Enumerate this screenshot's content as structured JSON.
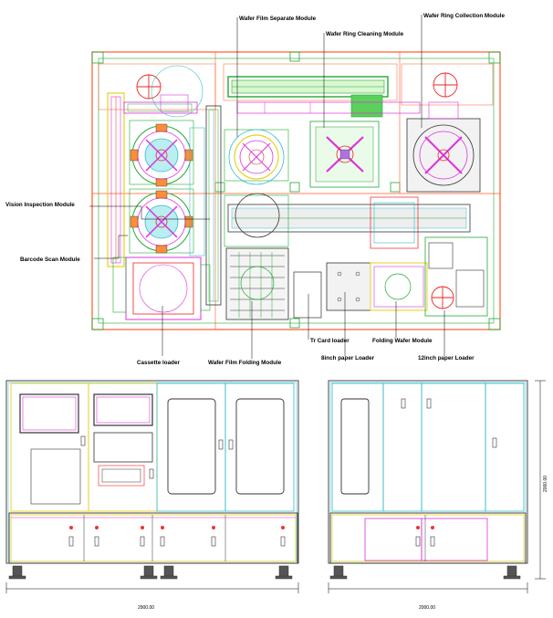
{
  "labels": {
    "wafer_film_separate": "Wafer Film Separate Module",
    "wafer_ring_cleaning": "Wafer Ring Cleaning Module",
    "wafer_ring_collection": "Wafer Ring Collection Module",
    "vision_inspection": "Vision Inspection Module",
    "barcode_scan": "Barcode Scan Module",
    "cassette_loader": "Cassette loader",
    "wafer_film_folding": "Wafer Film Folding Module",
    "tr_card_loader": "Tr Card loader",
    "paper_8inch": "8inch paper Loader",
    "folding_wafer": "Folding Wafer Module",
    "paper_12inch": "12inch paper Loader"
  },
  "dimensions": {
    "front_width": "2900.00",
    "side_width": "2000.00",
    "height": "2000.00"
  },
  "colors": {
    "frame_orange": "#ff5a2a",
    "line_green": "#22aa33",
    "line_cyan": "#33bbcc",
    "line_magenta": "#dd33dd",
    "line_red": "#ee2222",
    "line_yellow": "#e6d21e",
    "line_dark": "#333333"
  }
}
